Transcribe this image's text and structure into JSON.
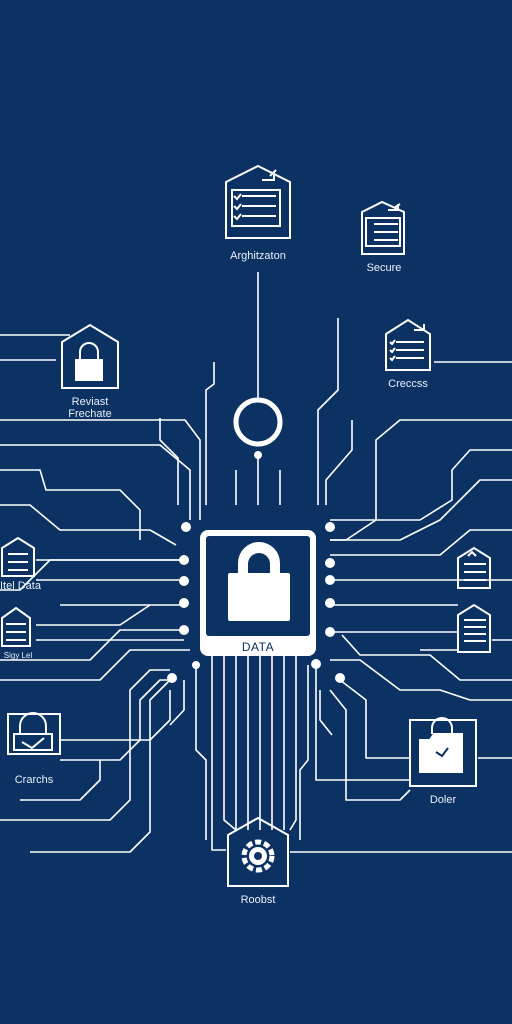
{
  "diagram": {
    "center_chip": {
      "label": "DATA",
      "icon": "padlock-icon"
    },
    "nodes": [
      {
        "id": "architecture",
        "label": "Arghitzaton",
        "icon": "document-checklist-icon"
      },
      {
        "id": "secure",
        "label": "Secure",
        "icon": "document-checklist-icon"
      },
      {
        "id": "protect",
        "label": "Reviast\nFrechate",
        "icon": "padlock-icon"
      },
      {
        "id": "checks-top",
        "label": "Creccss",
        "icon": "document-checklist-icon"
      },
      {
        "id": "data-left",
        "label": "Itel Data",
        "icon": "document-checklist-icon"
      },
      {
        "id": "left-2",
        "label": "Sigy Lel",
        "icon": "document-checklist-icon"
      },
      {
        "id": "right-2",
        "label": "",
        "icon": "document-checklist-icon"
      },
      {
        "id": "right-3",
        "label": "",
        "icon": "document-lines-icon"
      },
      {
        "id": "checks-left",
        "label": "Crarchs",
        "icon": "padlock-icon"
      },
      {
        "id": "doler",
        "label": "Doler",
        "icon": "folder-lock-icon"
      },
      {
        "id": "robust",
        "label": "Roobst",
        "icon": "gear-icon"
      }
    ],
    "colors": {
      "background": "#0b3263",
      "line": "#ffffff",
      "chip_fill": "#ffffff"
    }
  }
}
